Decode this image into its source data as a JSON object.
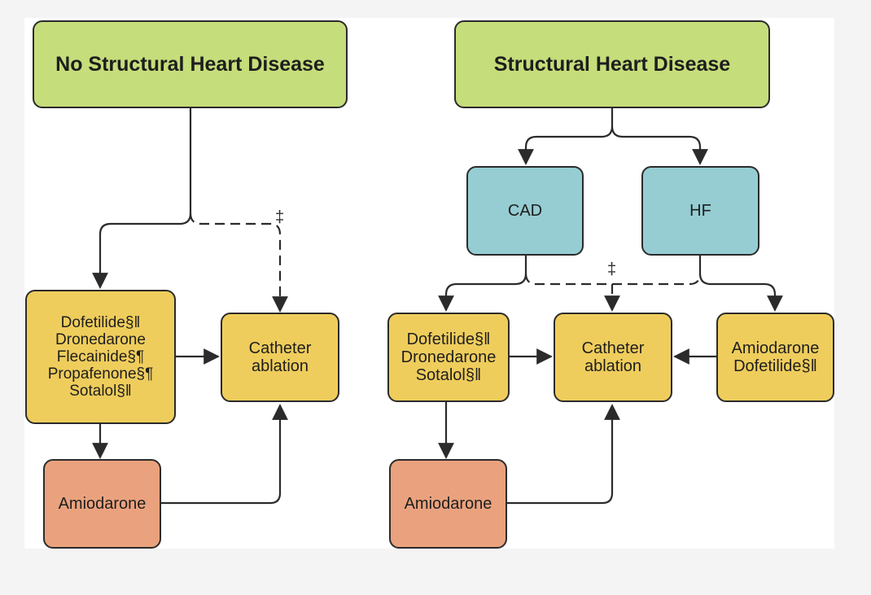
{
  "left": {
    "title": "No Structural Heart Disease",
    "drugs": [
      "Dofetilide§‖",
      "Dronedarone",
      "Flecainide§¶",
      "Propafenone§¶",
      "Sotalol§‖"
    ],
    "ablation": [
      "Catheter",
      "ablation"
    ],
    "fallback": "Amiodarone",
    "dagger": "‡"
  },
  "right": {
    "title": "Structural Heart Disease",
    "branches": {
      "cad": "CAD",
      "hf": "HF"
    },
    "cad_drugs": [
      "Dofetilide§‖",
      "Dronedarone",
      "Sotalol§‖"
    ],
    "hf_drugs": [
      "Amiodarone",
      "Dofetilide§‖"
    ],
    "ablation": [
      "Catheter",
      "ablation"
    ],
    "fallback": "Amiodarone",
    "dagger": "‡"
  }
}
